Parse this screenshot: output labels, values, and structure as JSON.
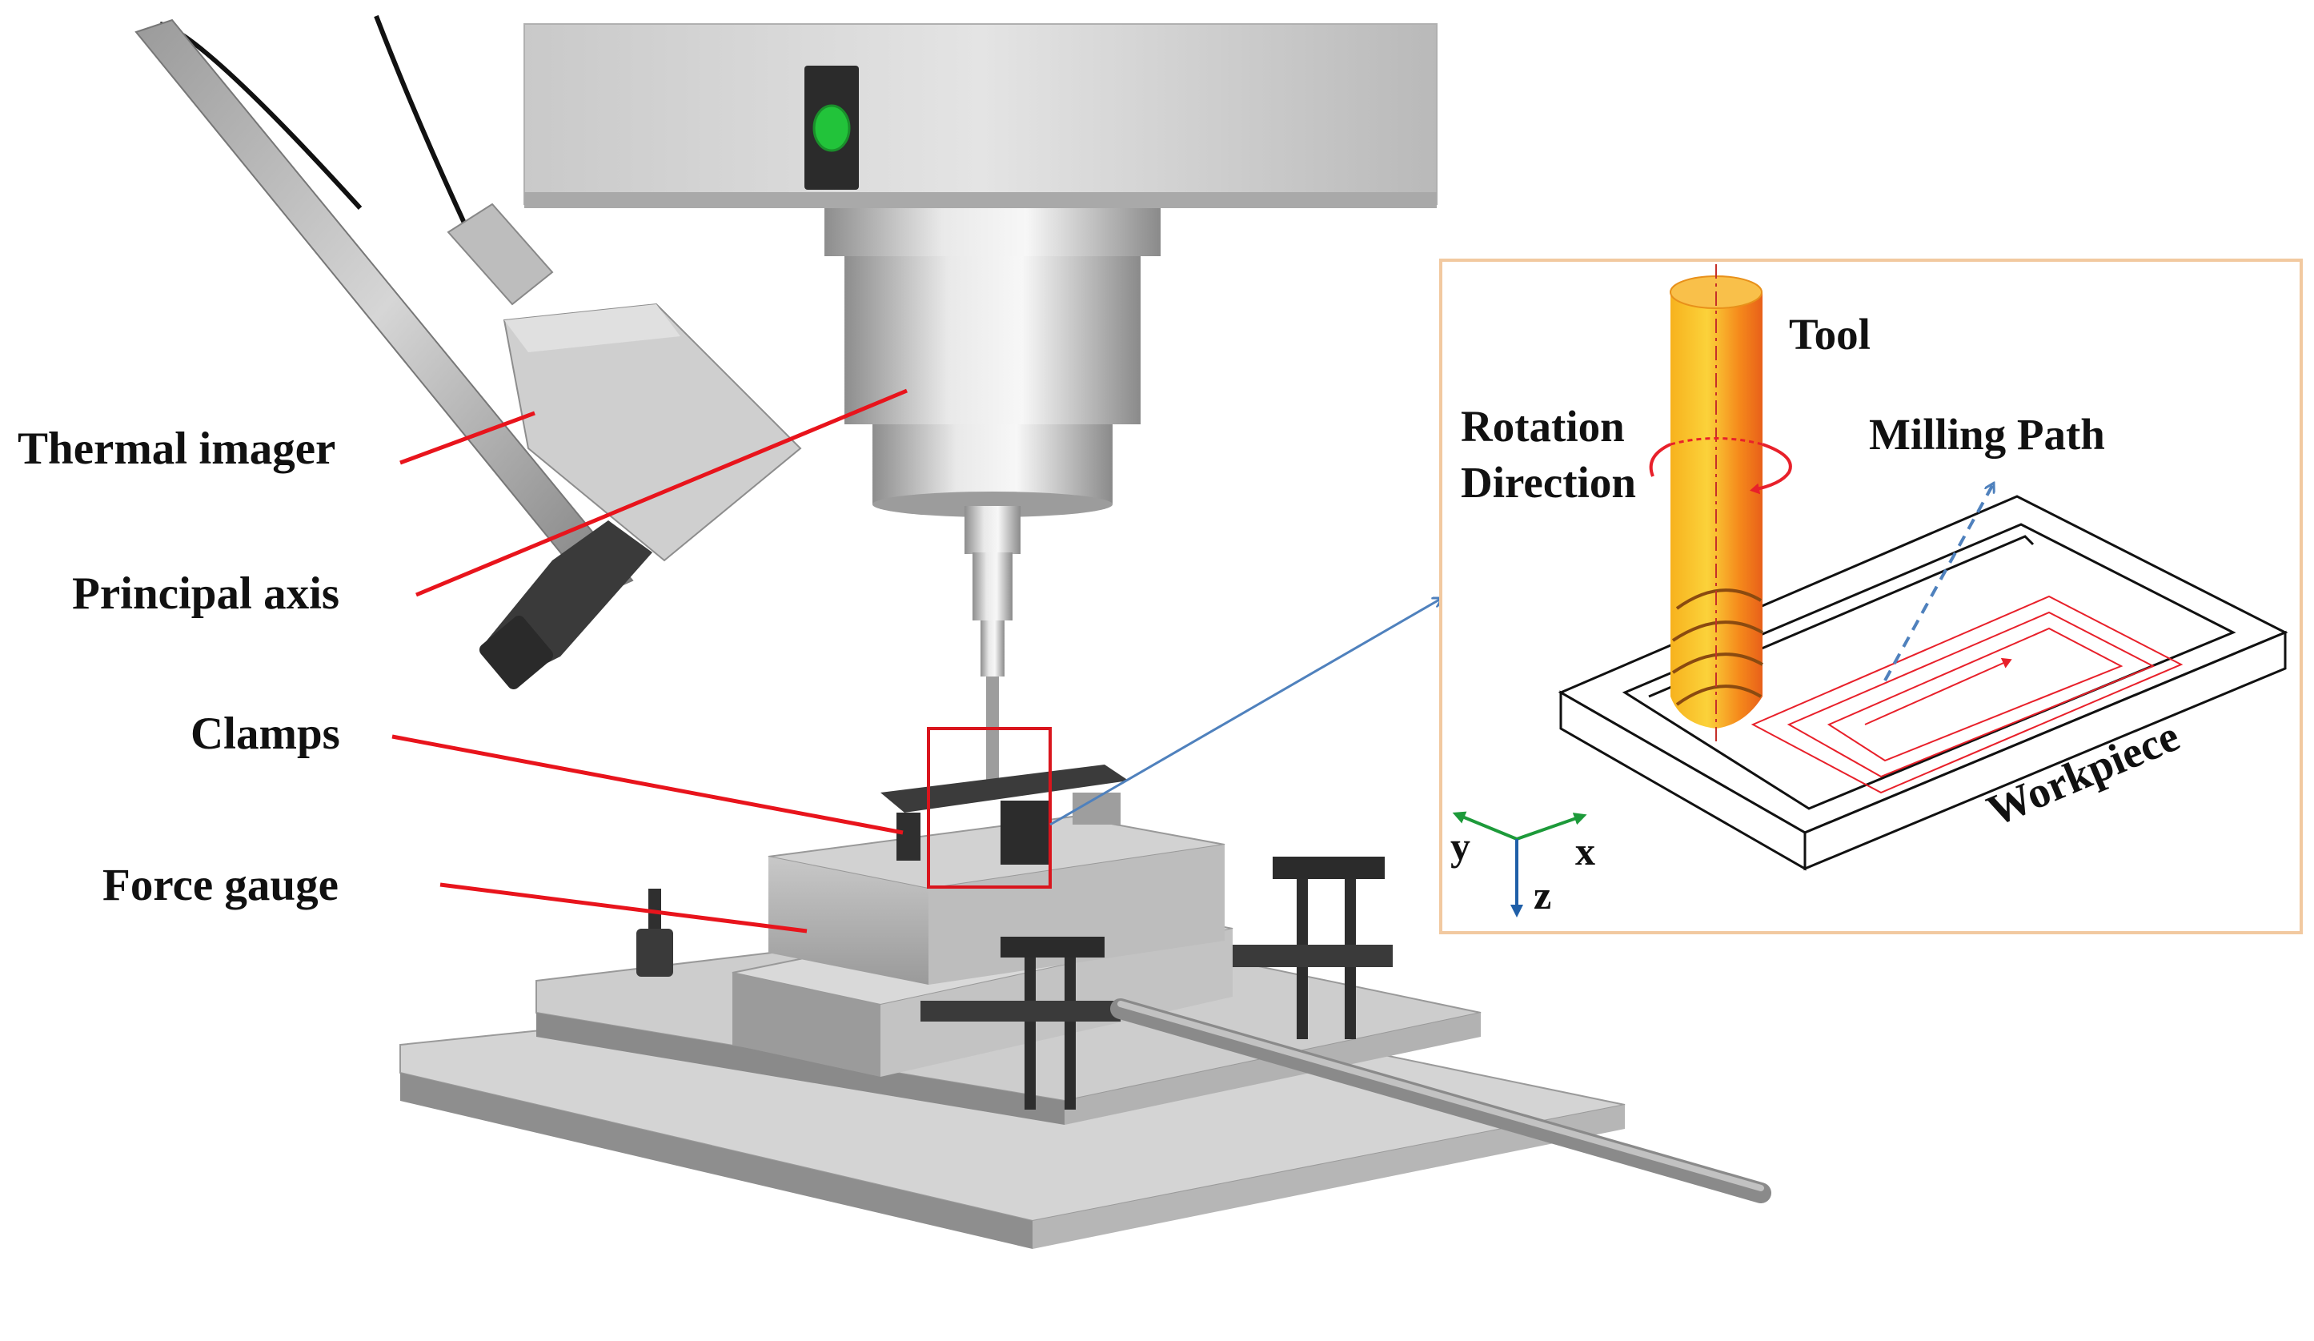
{
  "labels": {
    "thermal_imager": "Thermal imager",
    "principal_axis": "Principal axis",
    "clamps": "Clamps",
    "force_gauge": "Force gauge"
  },
  "inset": {
    "tool": "Tool",
    "rotation_line1": "Rotation",
    "rotation_line2": "Direction",
    "milling_path": "Milling Path",
    "workpiece": "Workpiece",
    "axes": {
      "x": "x",
      "y": "y",
      "z": "z"
    }
  },
  "colors": {
    "leader_line": "#e8141c",
    "zoom_box": "#d9151d",
    "connector": "#4f81bd",
    "inset_border": "#f2c9a0",
    "tool_orange": "#f59a1a",
    "status_light": "#22c33a",
    "axis_green": "#1d9a3a",
    "axis_blue": "#1f5fa8",
    "milling_path": "#e8202a"
  }
}
